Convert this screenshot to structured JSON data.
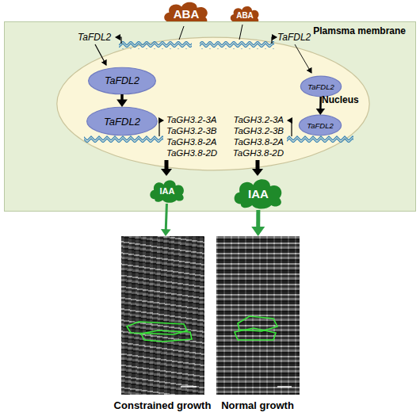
{
  "diagram": {
    "nodes": [
      {
        "text": [
          "ABA"
        ]
      },
      {
        "text": [
          "ABA"
        ]
      },
      {
        "text": [
          "Plamsma membrane"
        ]
      },
      {
        "text": [
          "Nucleus"
        ],
        "in": 2
      },
      {
        "text": [
          "TaFDL2"
        ],
        "in": 3
      },
      {
        "text": [
          "TaFDL2"
        ],
        "in": 3
      },
      {
        "text": [
          "TaFDL2"
        ],
        "in": 3
      },
      {
        "text": [
          "TaFDL2"
        ],
        "in": 3
      },
      {
        "text": [
          "IAA"
        ],
        "in": 2
      },
      {
        "text": [
          "IAA"
        ],
        "in": 2
      },
      {
        "text": [
          "Constrained growth"
        ]
      },
      {
        "text": [
          "Normal growth"
        ]
      }
    ],
    "edges": [
      {
        "from": 4,
        "to": 6,
        "arrow": "to"
      },
      {
        "from": 5,
        "to": 7,
        "arrow": "to"
      },
      {
        "from": 8,
        "to": 10,
        "arrow": "to"
      },
      {
        "from": 9,
        "to": 11,
        "arrow": "to"
      }
    ],
    "labels": [
      "TaFDL2",
      "TaFDL2",
      "TaGH3.2-3A",
      "TaGH3.2-3B",
      "TaGH3.8-2A",
      "TaGH3.8-2D",
      "TaGH3.2-3A",
      "TaGH3.2-3B",
      "TaGH3.8-2A",
      "TaGH3.8-2D"
    ]
  }
}
